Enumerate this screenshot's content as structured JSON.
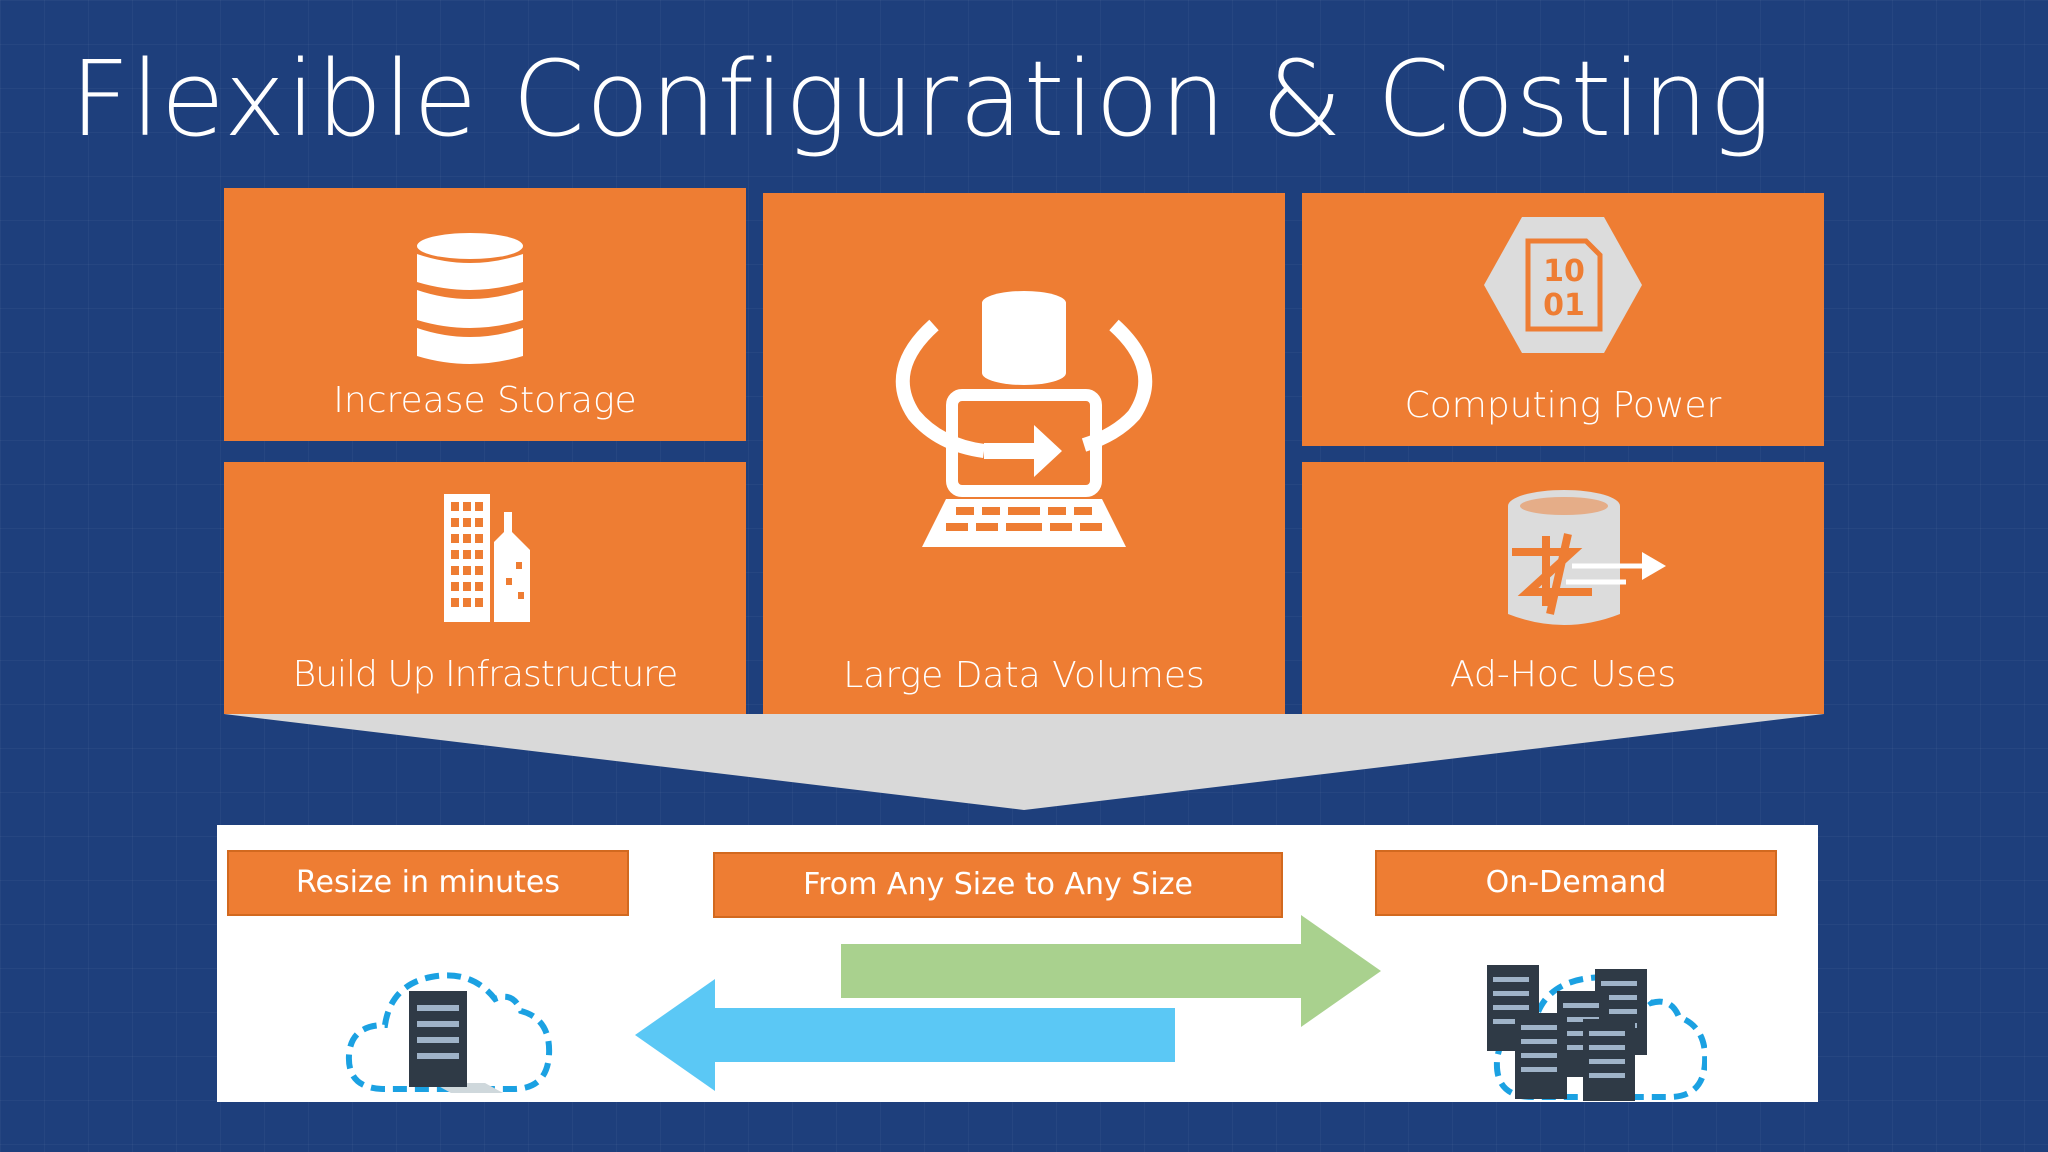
{
  "slide": {
    "title": "Flexible Configuration & Costing",
    "background_color": "#1e3f7c",
    "accent_color": "#ee7d33"
  },
  "tiles": [
    {
      "id": "increase-storage",
      "label": "Increase Storage",
      "icon": "database-icon"
    },
    {
      "id": "build-up-infrastructure",
      "label": "Build Up Infrastructure",
      "icon": "buildings-icon"
    },
    {
      "id": "large-data-volumes",
      "label": "Large Data Volumes",
      "icon": "data-transfer-laptop-icon"
    },
    {
      "id": "computing-power",
      "label": "Computing Power",
      "icon": "binary-hexagon-icon"
    },
    {
      "id": "ad-hoc-uses",
      "label": "Ad-Hoc Uses",
      "icon": "data-stream-icon"
    }
  ],
  "icon_text": {
    "binary_top": "10",
    "binary_bottom": "01"
  },
  "bottom": {
    "tags": [
      {
        "id": "resize",
        "label": "Resize in minutes"
      },
      {
        "id": "any-size",
        "label": "From Any Size to Any Size"
      },
      {
        "id": "on-demand",
        "label": "On-Demand"
      }
    ],
    "arrow_colors": {
      "forward": "#a9d18e",
      "backward": "#5bc8f5"
    },
    "icons": [
      "cloud-single-server-icon",
      "cloud-server-cluster-icon"
    ]
  }
}
